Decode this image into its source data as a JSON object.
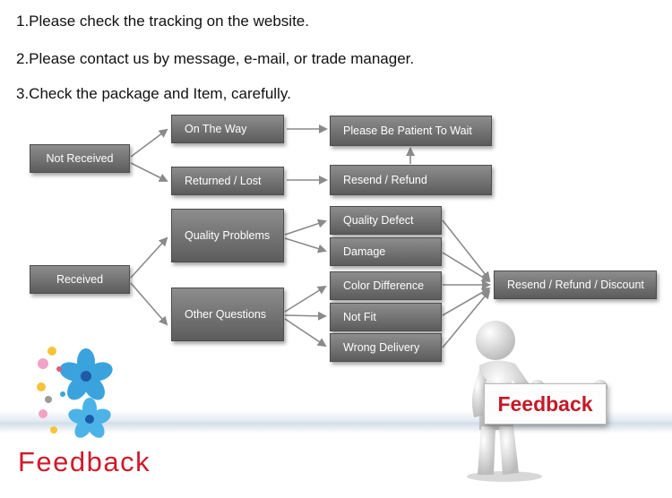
{
  "instructions": [
    "1.Please check the tracking on the website.",
    "2.Please contact us by message, e-mail, or trade manager.",
    "3.Check the package and Item, carefully."
  ],
  "flow": {
    "not_received": "Not Received",
    "on_the_way": "On The Way",
    "returned_lost": "Returned / Lost",
    "please_wait": "Please Be Patient To Wait",
    "resend_refund": "Resend / Refund",
    "received": "Received",
    "quality_problems": "Quality Problems",
    "other_questions": "Other Questions",
    "quality_defect": "Quality Defect",
    "damage": "Damage",
    "color_difference": "Color Difference",
    "not_fit": "Not Fit",
    "wrong_delivery": "Wrong Delivery",
    "resend_refund_discount": "Resend / Refund / Discount"
  },
  "footer": {
    "feedback_text": "Feedback",
    "sign_text": "Feedback"
  },
  "colors": {
    "box_top": "#8d8d8d",
    "box_bottom": "#5c5c5c",
    "arrow": "#8a8a8a",
    "feedback_red": "#d01a2a"
  }
}
